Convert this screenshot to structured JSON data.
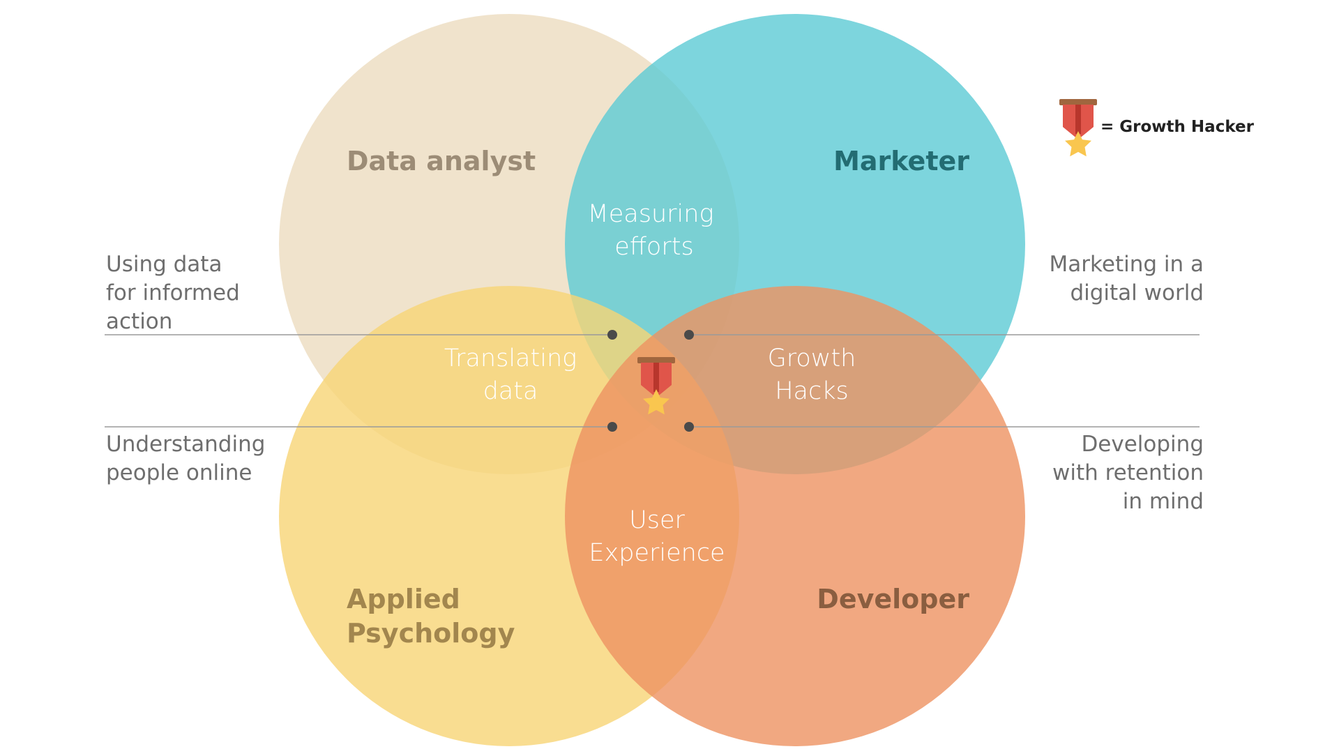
{
  "circles": {
    "data_analyst": {
      "title": "Data analyst",
      "fill": "#ecdcbf",
      "title_color": "#9c8c76"
    },
    "marketer": {
      "title": "Marketer",
      "fill": "#5dcbd4",
      "title_color": "#236c72"
    },
    "applied_psychology": {
      "title_line1": "Applied",
      "title_line2": "Psychology",
      "fill": "#f8d476",
      "title_color": "#a2864e"
    },
    "developer": {
      "title": "Developer",
      "fill": "#ee9262",
      "title_color": "#8a5e40"
    }
  },
  "overlaps": {
    "measuring": {
      "line1": "Measuring",
      "line2": "efforts"
    },
    "translating": {
      "line1": "Translating",
      "line2": "data"
    },
    "growth_hacks": {
      "line1": "Growth",
      "line2": "Hacks"
    },
    "user_experience": {
      "line1": "User",
      "line2": "Experience"
    }
  },
  "notes": {
    "left_top": {
      "line1": "Using data",
      "line2": "for informed",
      "line3": "action"
    },
    "left_bottom": {
      "line1": "Understanding",
      "line2": "people online"
    },
    "right_top": {
      "line1": "Marketing in a",
      "line2": "digital world"
    },
    "right_bottom": {
      "line1": "Developing",
      "line2": "with retention",
      "line3": "in mind"
    }
  },
  "legend": {
    "text": "= Growth Hacker",
    "icon": "medal-icon"
  },
  "center_icon": "medal-icon",
  "colors": {
    "line": "#9a9a9a",
    "dot": "#4a4a4a",
    "medal_ribbon": "#e0554a",
    "medal_ribbon_dark": "#b8362c",
    "medal_bar": "#a0663e",
    "medal_star": "#f9c64f"
  }
}
